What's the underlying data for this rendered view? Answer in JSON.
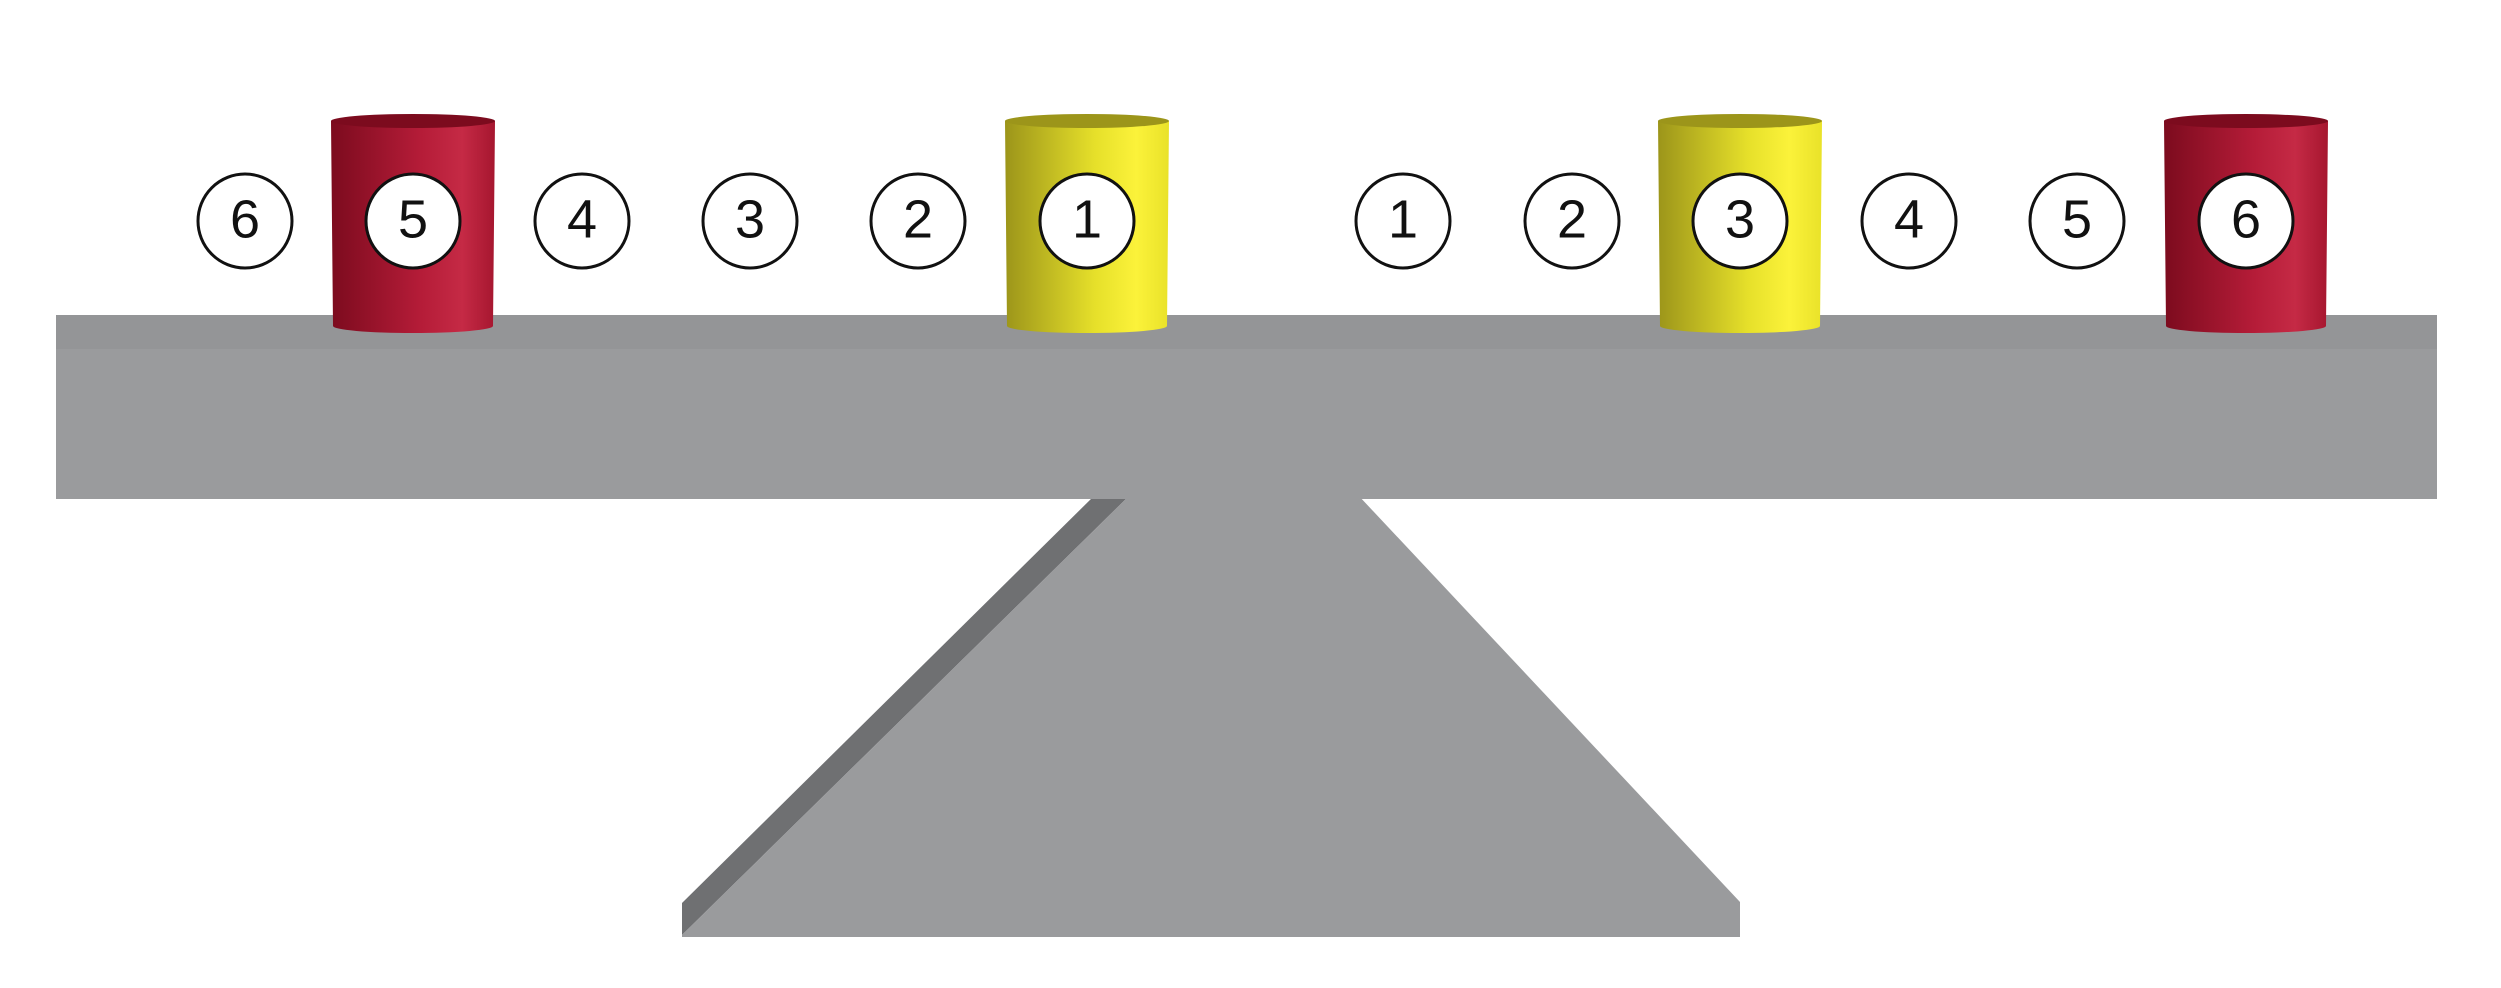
{
  "diagram": {
    "colors": {
      "background": "#ffffff",
      "beam": "#9a9b9d",
      "beam_top": "#949597",
      "fulcrum": "#9a9b9d",
      "fulcrum_shadow": "#6f7072",
      "red_dark": "#7c0b1e",
      "red_mid": "#b51c38",
      "red_light": "#c52a45",
      "yellow_dark": "#9c951a",
      "yellow_mid": "#e6e02a",
      "yellow_light": "#fbf23a"
    },
    "left_side": {
      "positions": [
        "6",
        "5",
        "4",
        "3",
        "2",
        "1"
      ],
      "weights": [
        {
          "position": "5",
          "color": "red"
        },
        {
          "position": "1",
          "color": "yellow"
        }
      ]
    },
    "right_side": {
      "positions": [
        "1",
        "2",
        "3",
        "4",
        "5",
        "6"
      ],
      "weights": [
        {
          "position": "3",
          "color": "yellow"
        },
        {
          "position": "6",
          "color": "red"
        }
      ]
    }
  }
}
